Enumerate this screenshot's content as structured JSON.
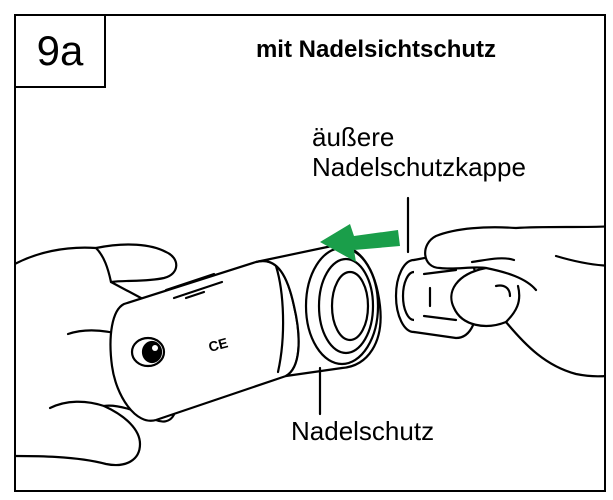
{
  "step": {
    "number": "9a",
    "title": "mit Nadelsichtschutz"
  },
  "labels": {
    "outer_cap_line1": "äußere",
    "outer_cap_line2": "Nadelschutzkappe",
    "needle_shield": "Nadelschutz",
    "ce_mark": "CE"
  },
  "colors": {
    "arrow": "#1a9e4a",
    "line": "#000000"
  }
}
